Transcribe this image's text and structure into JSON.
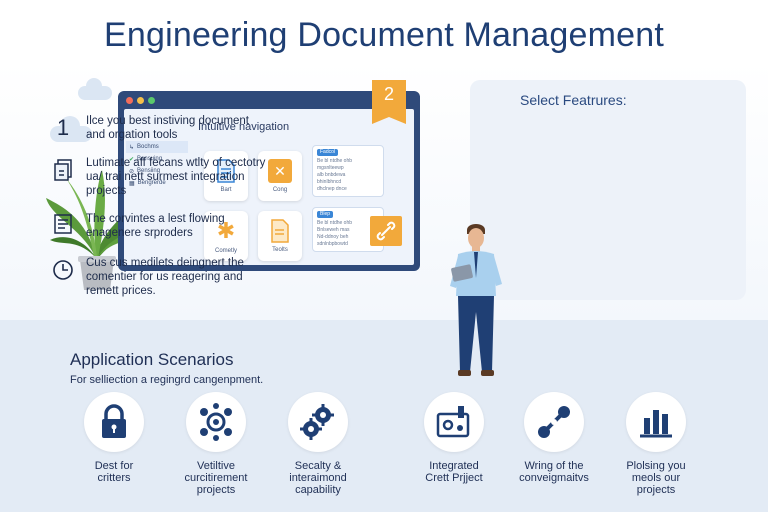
{
  "title": "Engineering Document Management",
  "screen": {
    "nav_title": "Intuitive navigation",
    "badge_top": "2",
    "sidebar": [
      "Bochms",
      "Bensuing",
      "Bensiing",
      "Bengrerde"
    ],
    "tiles": [
      "Bart",
      "Cong",
      "Cometly",
      "Teolts"
    ],
    "bubble1_head": "Fadcol",
    "bubble1_lines": [
      "Be bl ntdhe ohb",
      "mgsnlteewp",
      "alb bnbdewa",
      "bhinlbhncd",
      "dhclnep dnce"
    ],
    "bubble2_head": "Blep",
    "bubble2_lines": [
      "Be bl ntdhe ohb",
      "Bnlseweh mas",
      "Nd-ddnoy beh",
      "sdnlnbpbowtd"
    ]
  },
  "features": {
    "heading": "Select Featrures:",
    "items": [
      {
        "icon": "number-1",
        "marker": "1",
        "text": "Ilce you best instiving document and orgation tools"
      },
      {
        "icon": "document-stack-icon",
        "text": "Lutimate aff fecans wtlty of cectotry ua/ trai nett surmest integration projects"
      },
      {
        "icon": "list-document-icon",
        "text": "The corvintes a lest flowing enagenere srproders"
      },
      {
        "icon": "clock-icon",
        "text": "Cus cus medilets deingnert the comentier for us reagering and remett prices."
      }
    ]
  },
  "scenarios": {
    "heading": "Application Scenarios",
    "subheading": "For selliection a regingrd cangenpment.",
    "items": [
      {
        "icon": "lock-icon",
        "label": "Dest for\ncritters"
      },
      {
        "icon": "gear-cluster-icon",
        "label": "Vetiltive\ncurcitirement\nprojects"
      },
      {
        "icon": "gears-icon",
        "label": "Secalty &\ninteraimond\ncapability"
      },
      {
        "icon": "integration-icon",
        "label": "Integrated\nCrett Prjject"
      },
      {
        "icon": "connection-icon",
        "label": "Wring of the\nconveigmaitvs"
      },
      {
        "icon": "bar-chart-icon",
        "label": "Plolsing you\nmeols our\nprojects"
      }
    ]
  },
  "colors": {
    "accent": "#2f4a7a",
    "badge": "#f2a93b",
    "panel": "#edf2f9",
    "bottom": "#e3ebf5"
  }
}
